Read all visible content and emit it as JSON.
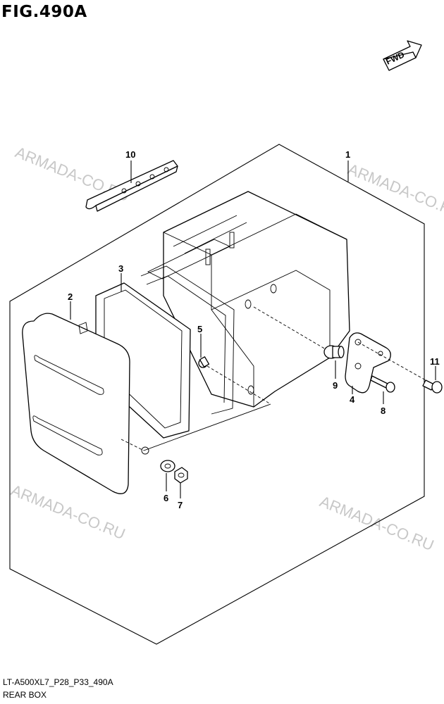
{
  "figure_title": "FIG.490A",
  "direction_label": "FWD",
  "watermark": "ARMADA-CO.RU",
  "callouts": [
    {
      "id": "1",
      "label": "1"
    },
    {
      "id": "2",
      "label": "2"
    },
    {
      "id": "3",
      "label": "3"
    },
    {
      "id": "4",
      "label": "4"
    },
    {
      "id": "5",
      "label": "5"
    },
    {
      "id": "6",
      "label": "6"
    },
    {
      "id": "7",
      "label": "7"
    },
    {
      "id": "8",
      "label": "8"
    },
    {
      "id": "9",
      "label": "9"
    },
    {
      "id": "10",
      "label": "10"
    },
    {
      "id": "11",
      "label": "11"
    }
  ],
  "footer": {
    "code": "LT-A500XL7_P28_P33_490A",
    "subtitle": "REAR BOX"
  }
}
